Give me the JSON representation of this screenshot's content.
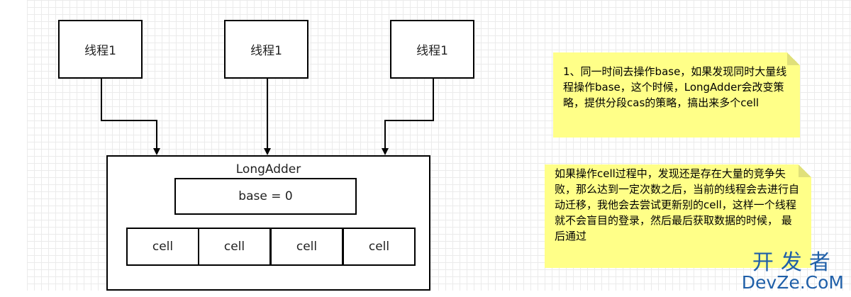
{
  "threads": [
    "线程1",
    "线程1",
    "线程1"
  ],
  "longadder": {
    "title": "LongAdder",
    "base": "base = 0",
    "cells": [
      "cell",
      "cell",
      "cell",
      "cell"
    ]
  },
  "notes": {
    "note1": "1、同一时间去操作base，如果发现同时大量线程操作base，这个时候，LongAdder会改变策略，提供分段cas的策略，搞出来多个cell",
    "note2": "如果操作cell过程中，发现还是存在大量的竞争失败，那么达到一定次数之后，当前的线程会去进行自动迁移，我他会去尝试更新别的cell，这样一个线程就不会盲目的登录，然后最后获取数据的时候， 最后通过"
  },
  "watermark": {
    "chinese": "开发者",
    "latin": "DevZe.CoM"
  },
  "colors": {
    "note_fill": "#ffff88",
    "stroke": "#000000",
    "watermark": "#1f5fa8"
  }
}
